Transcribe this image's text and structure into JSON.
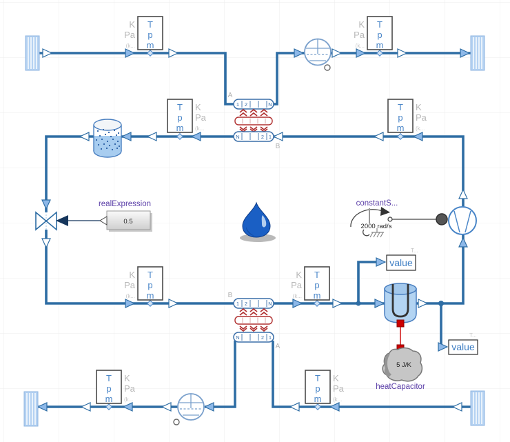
{
  "sensor": {
    "rows": [
      "T",
      "p",
      "m"
    ],
    "units": [
      "K",
      "Pa",
      "(k..."
    ]
  },
  "heat_exchanger": {
    "top_cells": [
      "1",
      "2",
      "N"
    ],
    "bottom_cells": [
      "N",
      "2",
      "1"
    ],
    "port_a": "A",
    "port_b": "B"
  },
  "expression_block": {
    "label": "realExpression",
    "value": "0.5"
  },
  "speed_source": {
    "label": "constantS...",
    "value": "2000 rad/s"
  },
  "display_box": {
    "label": "value",
    "tag": "T..."
  },
  "heat_capacitor": {
    "label": "heatCapacitor",
    "value": "5 J/K"
  },
  "colors": {
    "pipe": "#2e6da4",
    "sensor_text": "#4a86c8",
    "label_gray": "#b8b8b8",
    "signal_purple": "#5b3fa8",
    "hex_red": "#b03030",
    "value_blue": "#3f7fc4",
    "boundary_fill": "#b5d2f2"
  }
}
